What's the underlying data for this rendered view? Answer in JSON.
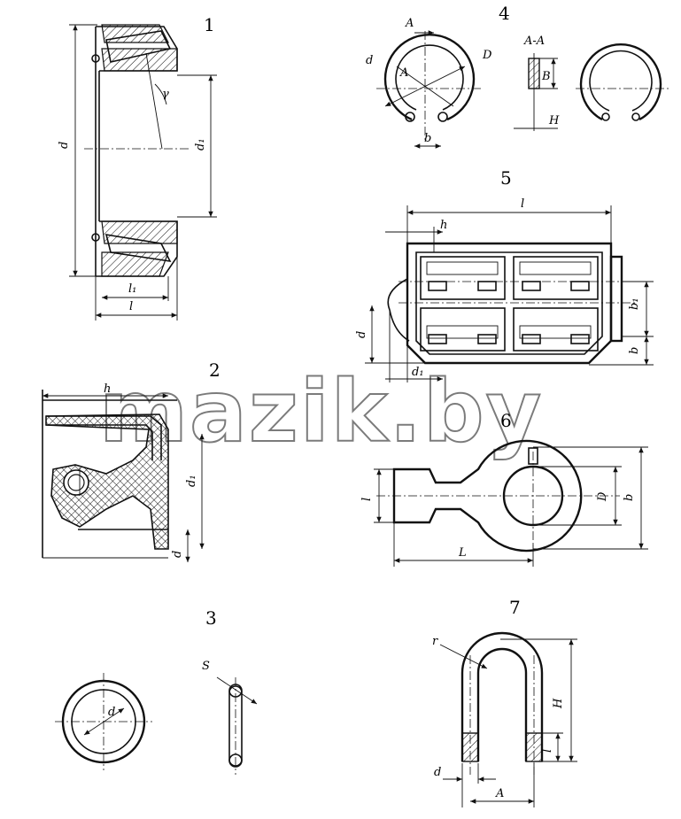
{
  "figure_numbers": [
    "1",
    "2",
    "3",
    "4",
    "5",
    "6",
    "7"
  ],
  "labels": {
    "fig1": {
      "d": "d",
      "d1": "d₁",
      "l1": "l₁",
      "l": "l",
      "gamma": "γ"
    },
    "fig2": {
      "h": "h",
      "d1": "d₁",
      "d": "d"
    },
    "fig3": {
      "d": "d",
      "s": "S"
    },
    "fig4": {
      "A": "A",
      "d": "d",
      "D": "D",
      "b": "b",
      "section": "A-A",
      "B": "B",
      "H": "H"
    },
    "fig5": {
      "l": "l",
      "h": "h",
      "d": "d",
      "d1": "d₁",
      "b1": "b₁",
      "b": "b"
    },
    "fig6": {
      "l": "l",
      "L": "L",
      "D": "D",
      "b": "b"
    },
    "fig7": {
      "r": "r",
      "H": "H",
      "l": "l",
      "d": "d",
      "A": "A"
    }
  },
  "watermark": "mazik.by"
}
